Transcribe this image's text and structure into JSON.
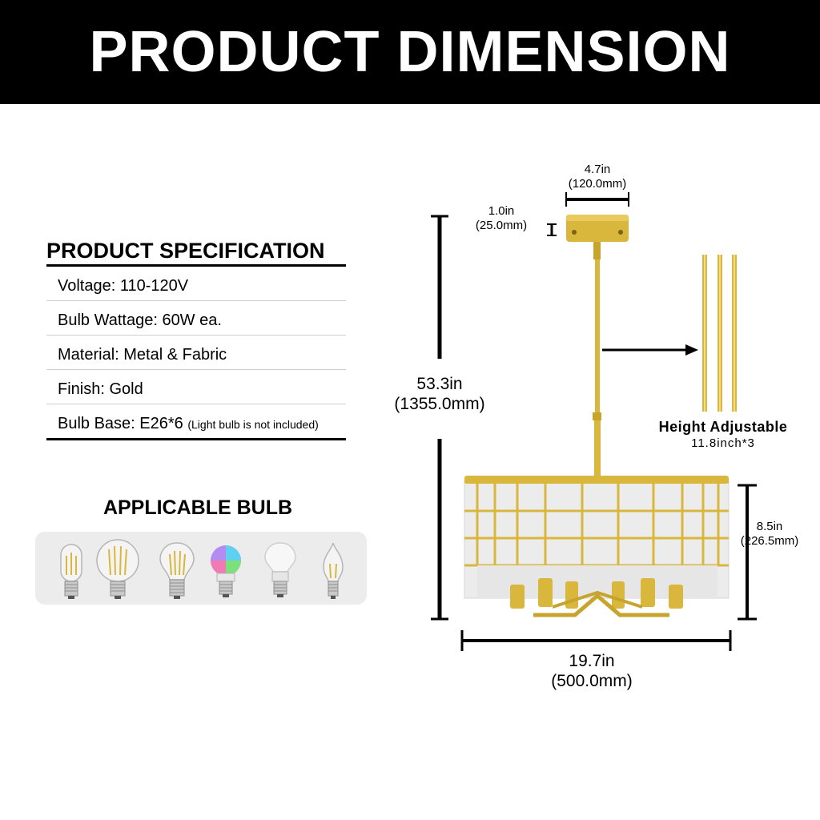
{
  "banner": {
    "title": "PRODUCT DIMENSION"
  },
  "spec": {
    "title": "PRODUCT SPECIFICATION",
    "rows": [
      {
        "label": "Voltage: 110-120V"
      },
      {
        "label": "Bulb Wattage: 60W ea."
      },
      {
        "label": "Material: Metal & Fabric"
      },
      {
        "label": "Finish: Gold"
      },
      {
        "label": "Bulb Base: E26*6",
        "note": "(Light bulb is not included)"
      }
    ]
  },
  "bulbs": {
    "title": "APPLICABLE BULB",
    "icons": [
      "t-shape-filament-bulb-icon",
      "globe-filament-bulb-icon",
      "a19-filament-bulb-icon",
      "rgb-smart-bulb-icon",
      "led-a19-bulb-icon",
      "candle-filament-bulb-icon"
    ]
  },
  "dimensions": {
    "canopy_width": {
      "in": "4.7in",
      "mm": "(120.0mm)"
    },
    "canopy_height": {
      "in": "1.0in",
      "mm": "(25.0mm)"
    },
    "total_height": {
      "in": "53.3in",
      "mm": "(1355.0mm)"
    },
    "shade_height": {
      "in": "8.5in",
      "mm": "(226.5mm)"
    },
    "shade_width": {
      "in": "19.7in",
      "mm": "(500.0mm)"
    },
    "rods": {
      "label": "Height Adjustable",
      "detail": "11.8inch*3"
    }
  },
  "colors": {
    "gold": "#d9b73c",
    "gold_dark": "#b08e22",
    "shade": "#ececec",
    "banner": "#000000"
  }
}
